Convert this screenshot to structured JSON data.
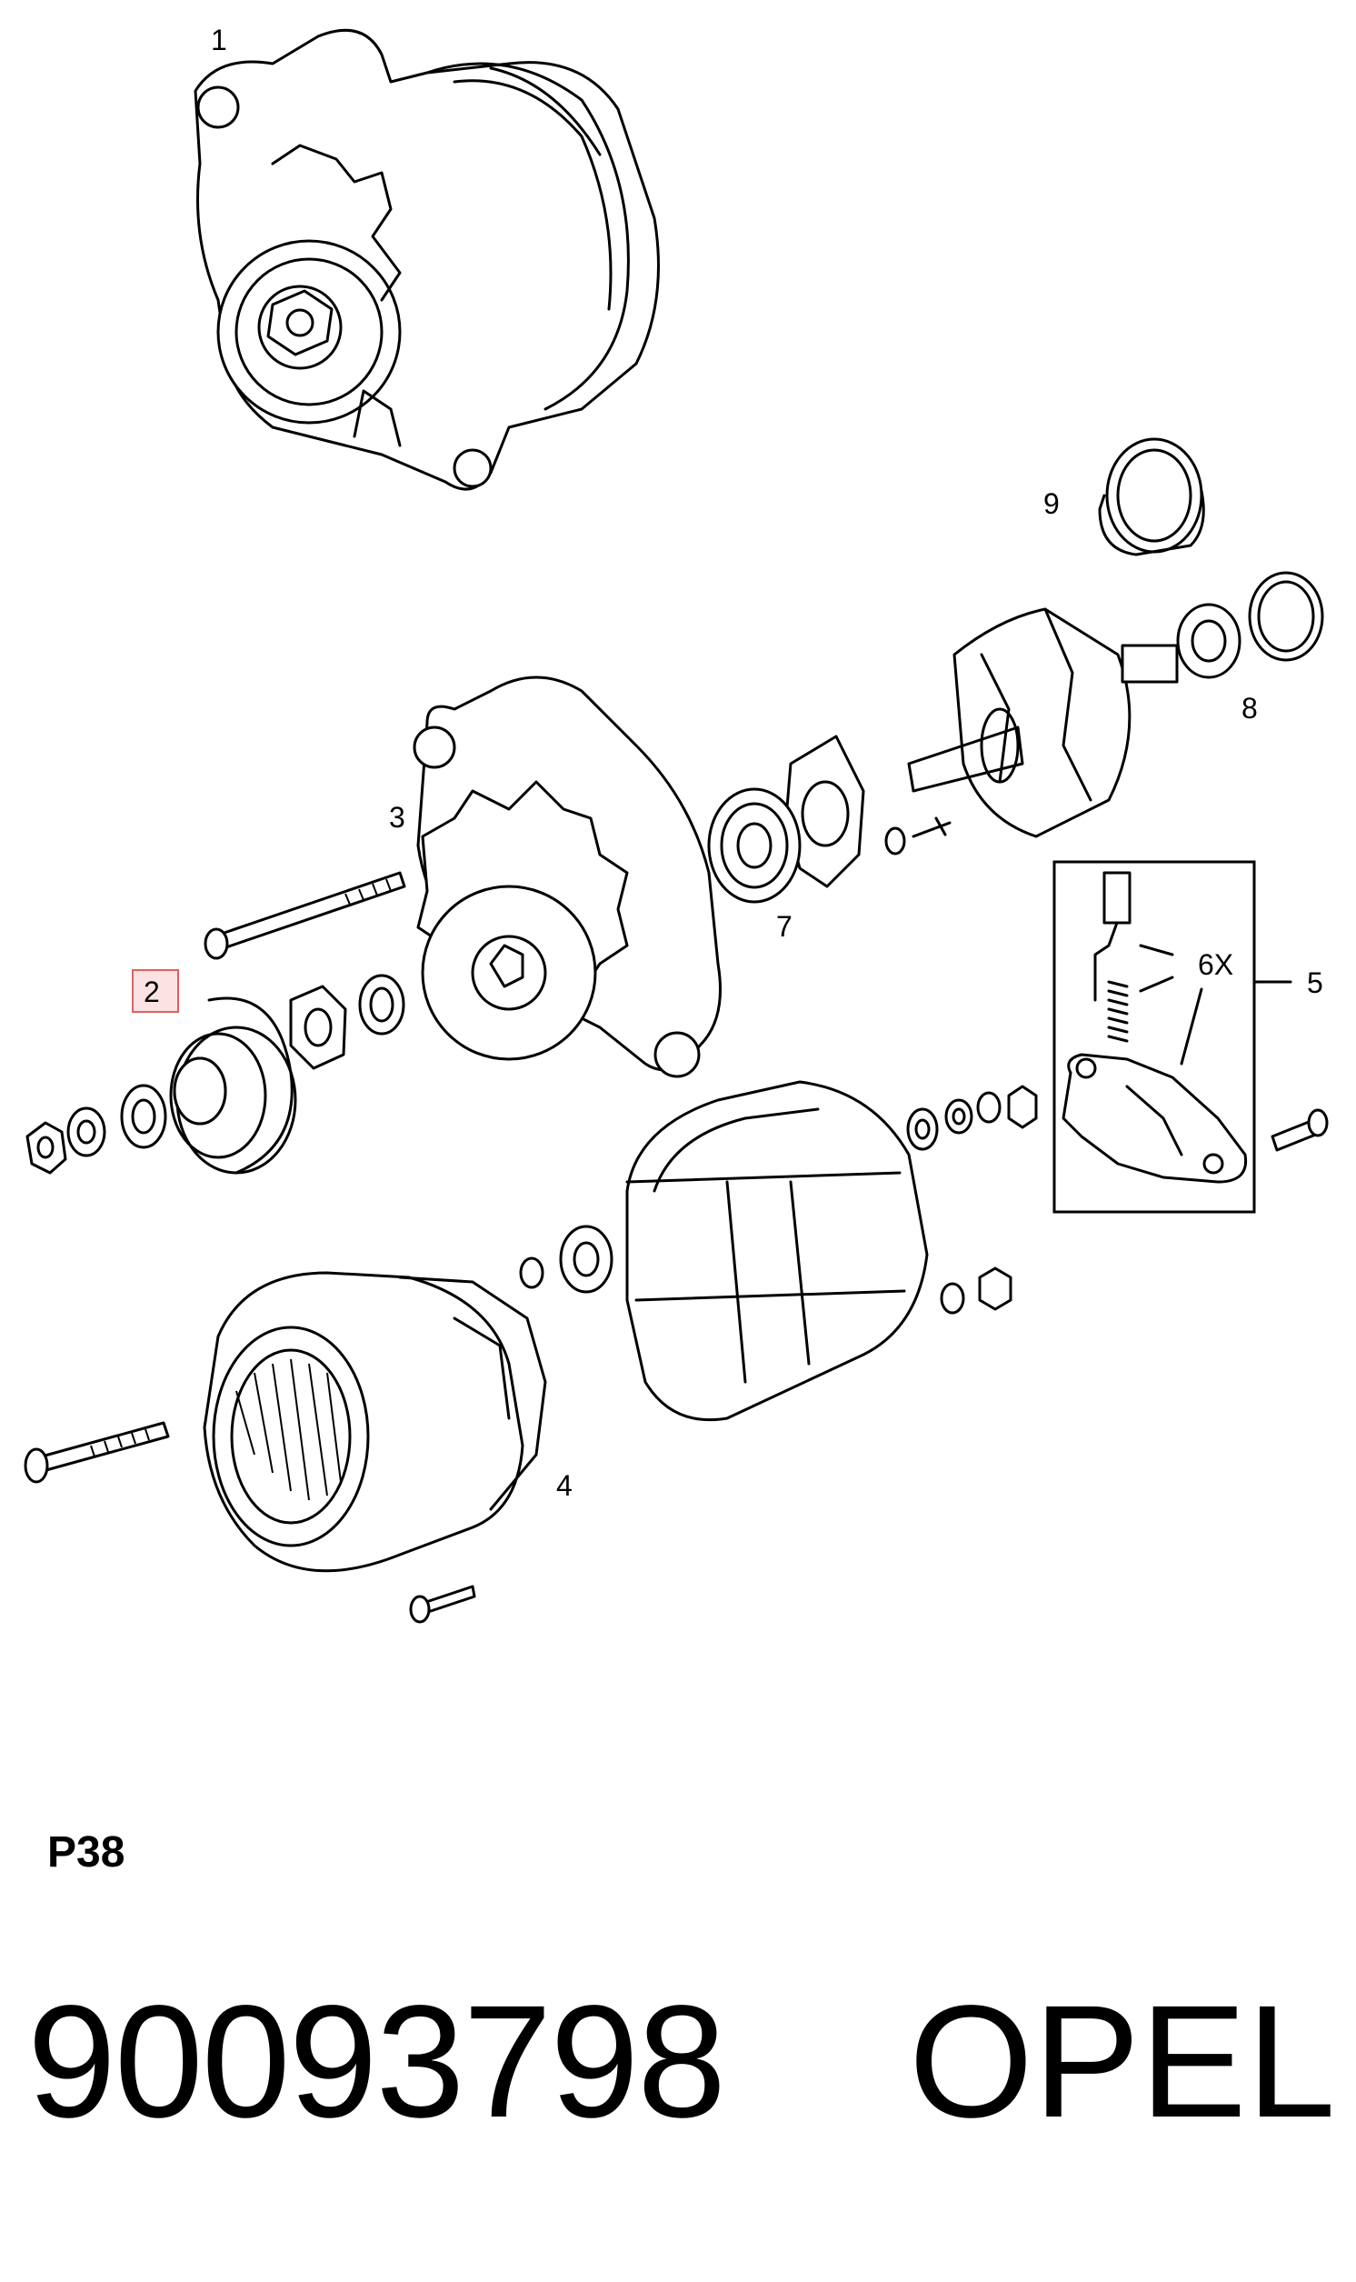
{
  "diagram": {
    "callouts": {
      "alternator": "1",
      "pulley": "2",
      "drive_end_housing": "3",
      "stator": "4",
      "brush_holder": "5",
      "brush_multiplier": "6X",
      "bearing": "7",
      "rotor": "8",
      "slip_ring_sleeve": "9"
    },
    "highlight_color": "#e06060",
    "highlight_fill": "#fbe3e3"
  },
  "footer": {
    "code": "P38",
    "part_number": "90093798",
    "brand": "OPEL"
  }
}
